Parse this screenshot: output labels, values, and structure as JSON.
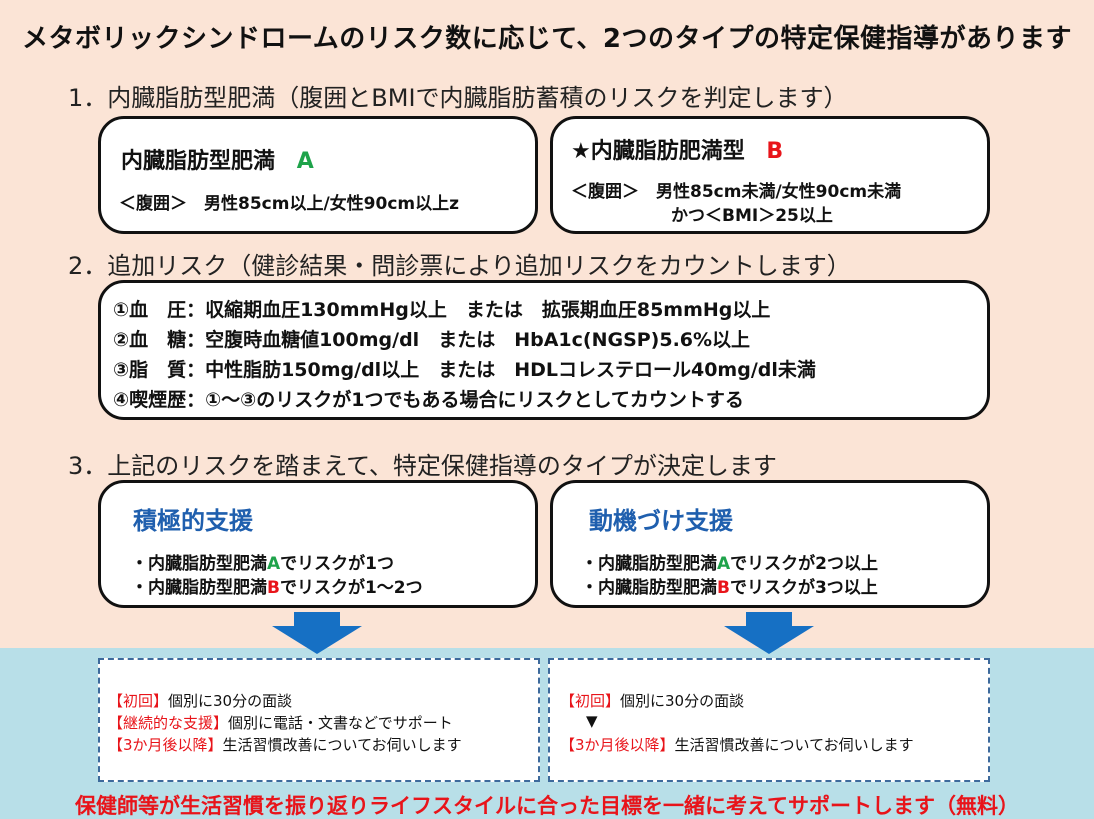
{
  "title": "メタボリックシンドロームのリスク数に応じて、2つのタイプの特定保健指導があります",
  "section1": {
    "heading": "1．内臓脂肪型肥満（腹囲とBMIで内臓脂肪蓄積のリスクを判定します）",
    "boxA": {
      "name": "内臓脂肪型肥満",
      "letter": "A",
      "criteria": "＜腹囲＞　男性85cm以上/女性90cm以上z"
    },
    "boxB": {
      "name": "★内臓脂肪肥満型",
      "letter": "B",
      "criteria1": "＜腹囲＞　男性85cm未満/女性90cm未満",
      "criteria2": "かつ＜BMI＞25以上"
    }
  },
  "section2": {
    "heading": "2．追加リスク（健診結果・問診票により追加リスクをカウントします）",
    "items": [
      "①血　圧：収縮期血圧130mmHg以上　または　拡張期血圧85mmHg以上",
      "②血　糖：空腹時血糖値100mg/dl　または　HbA1c(NGSP)5.6%以上",
      "③脂　質：中性脂肪150mg/dl以上　または　HDLコレステロール40mg/dl未満",
      "④喫煙歴：①～③のリスクが1つでもある場合にリスクとしてカウントする"
    ]
  },
  "section3": {
    "heading": "3．上記のリスクを踏まえて、特定保健指導のタイプが決定します",
    "active": {
      "title": "積極的支援",
      "line1_pre": "・内臓脂肪型肥満",
      "line1_letter": "A",
      "line1_post": "でリスクが1つ",
      "line2_pre": "・内臓脂肪型肥満",
      "line2_letter": "B",
      "line2_post": "でリスクが1～2つ"
    },
    "motivation": {
      "title": "動機づけ支援",
      "line1_pre": "・内臓脂肪型肥満",
      "line1_letter": "A",
      "line1_post": "でリスクが2つ以上",
      "line2_pre": "・内臓脂肪型肥満",
      "line2_letter": "B",
      "line2_post": "でリスクが3つ以上"
    }
  },
  "support": {
    "active": {
      "tag1": "【初回】",
      "text1": "個別に30分の面談",
      "tag2": "【継続的な支援】",
      "text2": "個別に電話・文書などでサポート",
      "tag3": "【3か月後以降】",
      "text3": "生活習慣改善についてお伺いします"
    },
    "motivation": {
      "tag1": "【初回】",
      "text1": "個別に30分の面談",
      "arrow": "▼",
      "tag3": "【3か月後以降】",
      "text3": "生活習慣改善についてお伺いします"
    }
  },
  "footer": "保健師等が生活習慣を振り返りライフスタイルに合った目標を一緒に考えてサポートします（無料）",
  "colors": {
    "background": "#fbe4d6",
    "band": "#b8dfe8",
    "green": "#1ea34a",
    "red": "#e8141a",
    "blue": "#1f5fae",
    "arrow": "#1670c4"
  }
}
